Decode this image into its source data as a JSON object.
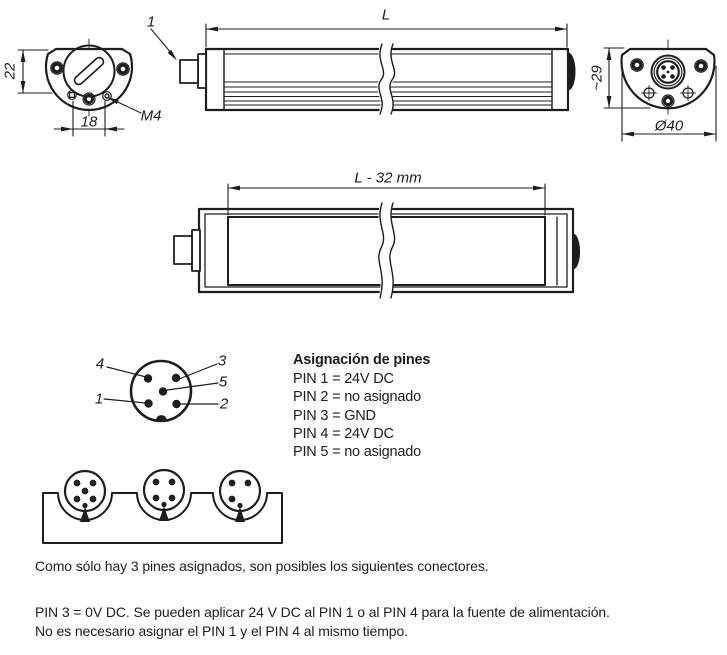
{
  "drawing": {
    "callout_1": "1",
    "left_end_view": {
      "dim_height": "22",
      "dim_hole_spacing": "18",
      "thread_label": "M4"
    },
    "side_view": {
      "dim_length": "L"
    },
    "right_end_view": {
      "dim_height": "~29",
      "dim_diameter": "Ø40"
    },
    "front_view": {
      "dim_window_length": "L - 32 mm"
    }
  },
  "pin_diagram": {
    "pin_labels": {
      "pin1": "1",
      "pin2": "2",
      "pin3": "3",
      "pin4": "4",
      "pin5": "5"
    }
  },
  "pin_assignment": {
    "title": "Asignación de pines",
    "rows": [
      "PIN 1 = 24V DC",
      "PIN 2 = no asignado",
      "PIN 3 = GND",
      "PIN 4 = 24V DC",
      "PIN 5 = no asignado"
    ]
  },
  "notes": {
    "connector_note": "Como sólo hay 3 pines asignados, son posibles los siguientes conectores.",
    "power_note_line1": "PIN 3 = 0V DC. Se pueden aplicar 24 V DC al PIN 1 o al PIN 4 para la fuente de alimentación.",
    "power_note_line2": "No es necesario asignar el PIN 1 y el PIN 4 al mismo tiempo."
  },
  "colors": {
    "line": "#1d1d1b",
    "background": "#ffffff"
  }
}
